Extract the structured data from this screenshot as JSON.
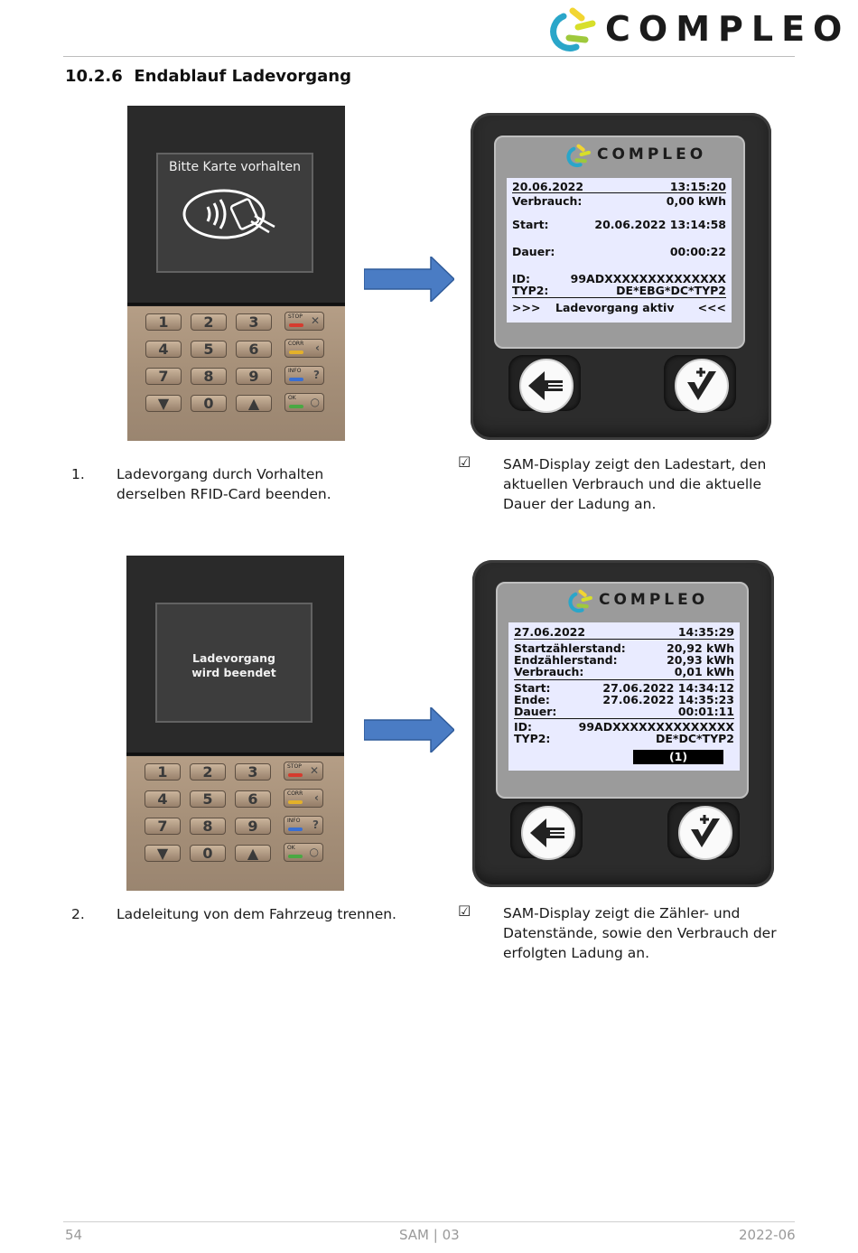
{
  "header": {
    "brand": "COMPLEO"
  },
  "section": {
    "number": "10.2.6",
    "title": "Endablauf Ladevorgang"
  },
  "step1": {
    "terminal_prompt": "Bitte Karte vorhalten",
    "sam": {
      "brand": "COMPLEO",
      "date": "20.06.2022",
      "time": "13:15:20",
      "verbrauch_label": "Verbrauch:",
      "verbrauch_value": "0,00 kWh",
      "start_label": "Start:",
      "start_value": "20.06.2022 13:14:58",
      "dauer_label": "Dauer:",
      "dauer_value": "00:00:22",
      "id_label": "ID:",
      "id_value": "99ADXXXXXXXXXXXXXX",
      "typ_label": "TYP2:",
      "typ_value": "DE*EBG*DC*TYP2",
      "status_left": ">>>",
      "status": "Ladevorgang aktiv",
      "status_right": "<<<"
    },
    "number": "1.",
    "text": "Ladevorgang durch Vorhalten derselben RFID-Card beenden.",
    "result_mark": "☑",
    "result": "SAM-Display zeigt den Ladestart, den aktuellen Verbrauch und die aktuelle Dauer der Ladung an."
  },
  "step2": {
    "terminal_prompt": "Ladevorgang wird beendet",
    "sam": {
      "brand": "COMPLEO",
      "date": "27.06.2022",
      "time": "14:35:29",
      "start_meter_label": "Startzählerstand:",
      "start_meter_value": "20,92 kWh",
      "end_meter_label": "Endzählerstand:",
      "end_meter_value": "20,93 kWh",
      "verbrauch_label": "Verbrauch:",
      "verbrauch_value": "0,01 kWh",
      "start_label": "Start:",
      "start_value": "27.06.2022 14:34:12",
      "ende_label": "Ende:",
      "ende_value": "27.06.2022 14:35:23",
      "dauer_label": "Dauer:",
      "dauer_value": "00:01:11",
      "id_label": "ID:",
      "id_value": "99ADXXXXXXXXXXXXXX",
      "typ_label": "TYP2:",
      "typ_value": "DE*DC*TYP2",
      "page_indicator": "(1)"
    },
    "number": "2.",
    "text": "Ladeleitung von dem Fahrzeug trennen.",
    "result_mark": "☑",
    "result": "SAM-Display zeigt die Zähler- und Datenstände, sowie den Verbrauch der erfolgten Ladung an."
  },
  "keypad": {
    "keys": [
      "1",
      "2",
      "3",
      "4",
      "5",
      "6",
      "7",
      "8",
      "9",
      "▼",
      "0",
      "▲"
    ],
    "stop": "STOP",
    "corr": "CORR",
    "info": "INFO",
    "ok": "OK"
  },
  "footer": {
    "page": "54",
    "doc": "SAM | 03",
    "date": "2022-06"
  },
  "colors": {
    "arrow": "#4a7cc4",
    "stop": "#d63b2e",
    "corr": "#e3b12a",
    "info": "#3a6fd1",
    "ok": "#4aa843"
  }
}
